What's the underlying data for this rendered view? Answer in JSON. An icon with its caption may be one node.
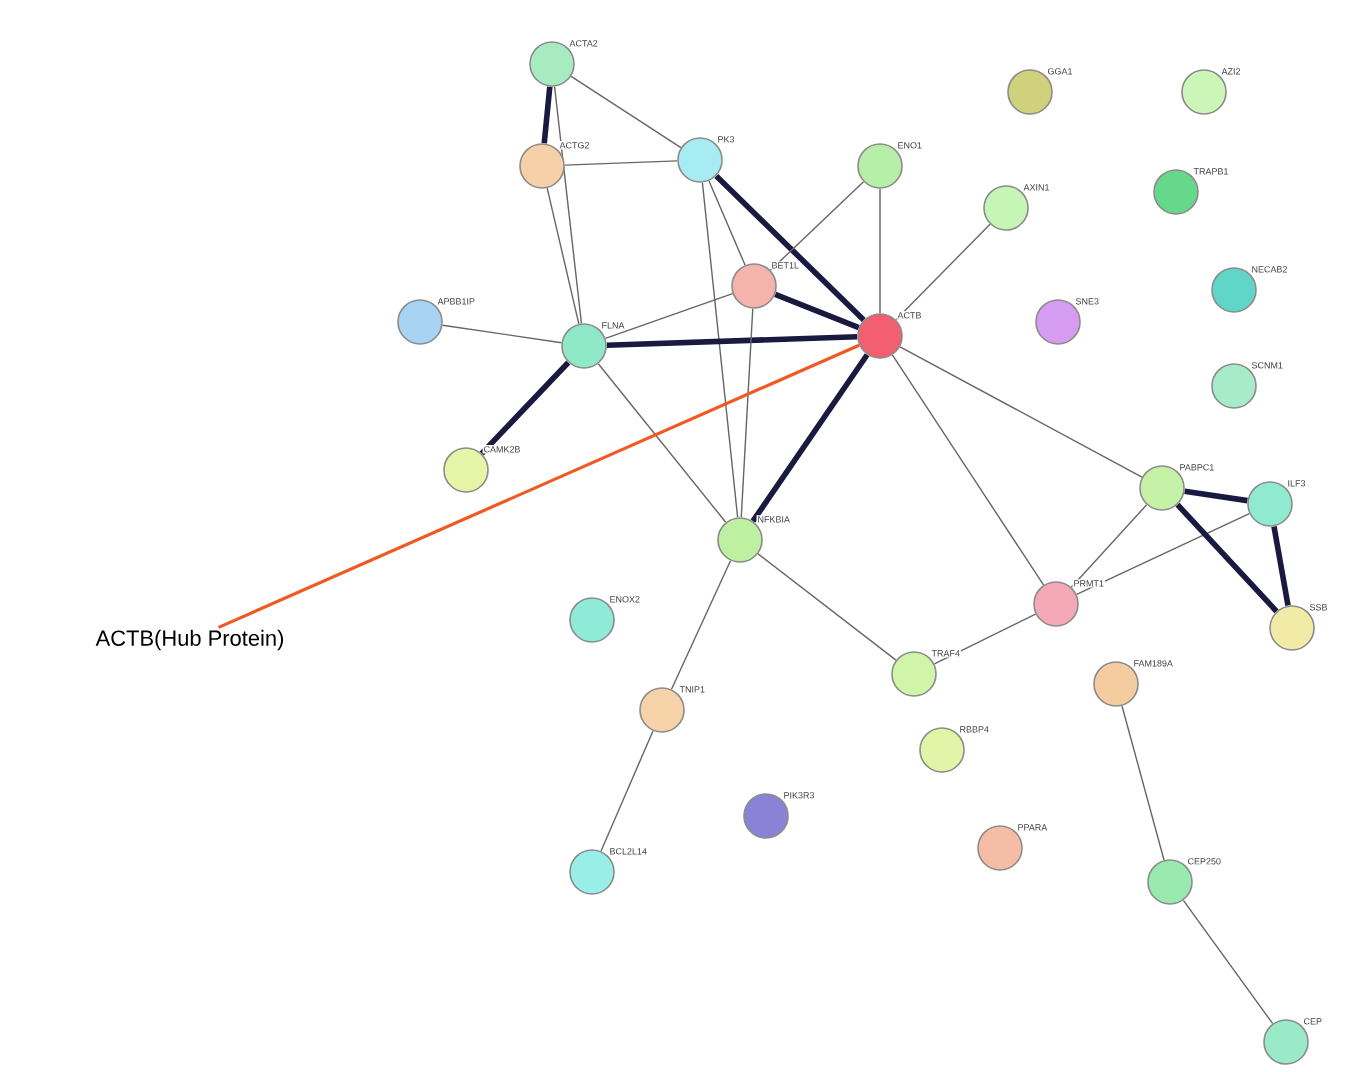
{
  "diagram": {
    "nodes": [
      {
        "text": [
          "ACTA2"
        ]
      },
      {
        "text": [
          "ACTG2"
        ]
      },
      {
        "text": [
          "PK3"
        ]
      },
      {
        "text": [
          "ENO1"
        ]
      },
      {
        "text": [
          "AXIN1"
        ]
      },
      {
        "text": [
          "GGA1"
        ]
      },
      {
        "text": [
          "AZI2"
        ]
      },
      {
        "text": [
          "TRAPB1"
        ]
      },
      {
        "text": [
          "NECAB2"
        ]
      },
      {
        "text": [
          "SCNM1"
        ]
      },
      {
        "text": [
          "APBB1IP"
        ]
      },
      {
        "text": [
          "FLNA"
        ]
      },
      {
        "text": [
          "BET1L"
        ]
      },
      {
        "text": [
          "ACTB"
        ]
      },
      {
        "text": [
          "SNE3"
        ]
      },
      {
        "text": [
          "CAMK2B"
        ]
      },
      {
        "text": [
          "NFKBIA"
        ]
      },
      {
        "text": [
          "PABPC1"
        ]
      },
      {
        "text": [
          "ILF3"
        ]
      },
      {
        "text": [
          "SSB"
        ]
      },
      {
        "text": [
          "PRMT1"
        ]
      },
      {
        "text": [
          "ENOX2"
        ]
      },
      {
        "text": [
          "TRAF4"
        ]
      },
      {
        "text": [
          "TNIP1"
        ]
      },
      {
        "text": [
          "RBBP4"
        ]
      },
      {
        "text": [
          "FAM189A"
        ]
      },
      {
        "text": [
          "PIK3R3"
        ]
      },
      {
        "text": [
          "PPARA"
        ]
      },
      {
        "text": [
          "BCL2L14"
        ]
      },
      {
        "text": [
          "CEP250"
        ]
      },
      {
        "text": [
          "CEP"
        ]
      },
      {
        "text": [
          "ACTB(Hub Protein)"
        ]
      }
    ],
    "edges": [
      {
        "from": 0,
        "to": 1,
        "arrow": "none",
        "style": "thick",
        "color": "#1a1a40"
      },
      {
        "from": 0,
        "to": 2,
        "arrow": "none"
      },
      {
        "from": 0,
        "to": 11,
        "arrow": "none"
      },
      {
        "from": 1,
        "to": 2,
        "arrow": "none"
      },
      {
        "from": 1,
        "to": 11,
        "arrow": "none"
      },
      {
        "from": 2,
        "to": 12,
        "arrow": "none"
      },
      {
        "from": 2,
        "to": 13,
        "arrow": "none",
        "style": "thick",
        "color": "#1a1a40"
      },
      {
        "from": 2,
        "to": 16,
        "arrow": "none"
      },
      {
        "from": 3,
        "to": 13,
        "arrow": "none"
      },
      {
        "from": 3,
        "to": 12,
        "arrow": "none"
      },
      {
        "from": 4,
        "to": 13,
        "arrow": "none"
      },
      {
        "from": 10,
        "to": 11,
        "arrow": "none"
      },
      {
        "from": 11,
        "to": 12,
        "arrow": "none"
      },
      {
        "from": 11,
        "to": 13,
        "arrow": "none",
        "style": "thick",
        "color": "#1a1a40"
      },
      {
        "from": 11,
        "to": 15,
        "arrow": "none",
        "style": "thick",
        "color": "#1a1a40"
      },
      {
        "from": 11,
        "to": 16,
        "arrow": "none"
      },
      {
        "from": 12,
        "to": 13,
        "arrow": "none",
        "style": "thick",
        "color": "#1a1a40"
      },
      {
        "from": 12,
        "to": 16,
        "arrow": "none"
      },
      {
        "from": 13,
        "to": 16,
        "arrow": "none",
        "style": "thick",
        "color": "#1a1a40"
      },
      {
        "from": 13,
        "to": 17,
        "arrow": "none"
      },
      {
        "from": 13,
        "to": 20,
        "arrow": "none"
      },
      {
        "from": 16,
        "to": 22,
        "arrow": "none"
      },
      {
        "from": 16,
        "to": 23,
        "arrow": "none"
      },
      {
        "from": 23,
        "to": 28,
        "arrow": "none"
      },
      {
        "from": 22,
        "to": 20,
        "arrow": "none"
      },
      {
        "from": 20,
        "to": 17,
        "arrow": "none"
      },
      {
        "from": 20,
        "to": 18,
        "arrow": "none"
      },
      {
        "from": 17,
        "to": 18,
        "arrow": "none",
        "style": "thick",
        "color": "#1a1a40"
      },
      {
        "from": 17,
        "to": 19,
        "arrow": "none",
        "style": "thick",
        "color": "#1a1a40"
      },
      {
        "from": 18,
        "to": 19,
        "arrow": "none",
        "style": "thick",
        "color": "#1a1a40"
      },
      {
        "from": 25,
        "to": 29,
        "arrow": "none"
      },
      {
        "from": 29,
        "to": 30,
        "arrow": "none"
      },
      {
        "from": 31,
        "to": 13,
        "arrow": "none",
        "color": "#f05a22"
      }
    ]
  }
}
